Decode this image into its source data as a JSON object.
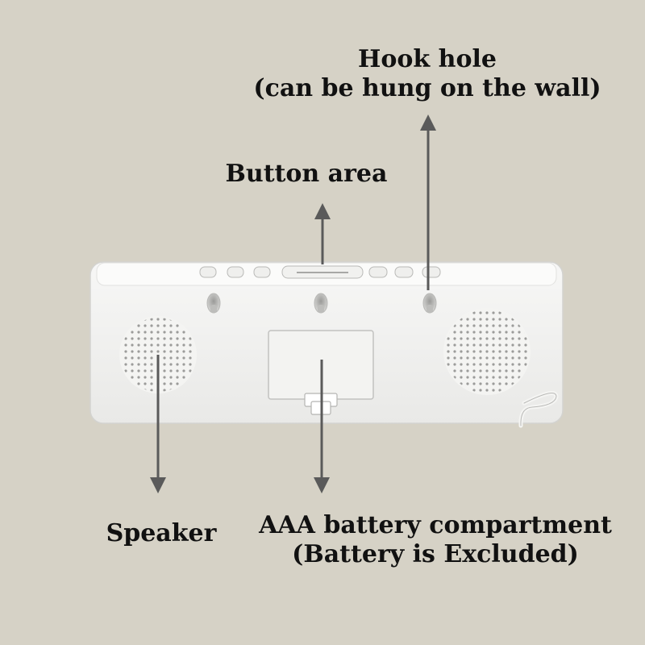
{
  "labels": {
    "hook_hole": {
      "line1": "Hook hole",
      "line2": "(can be hung on the wall)"
    },
    "button_area": "Button area",
    "speaker": "Speaker",
    "battery": {
      "line1": "AAA battery compartment",
      "line2": "(Battery is Excluded)"
    }
  },
  "colors": {
    "background": "#d6d2c6",
    "device_body": "#f2f2f0",
    "arrow": "#5a5a5a",
    "text": "#111111"
  }
}
